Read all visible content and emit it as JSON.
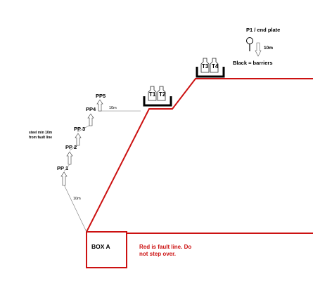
{
  "colors": {
    "fault_line": "#cc1111",
    "barrier": "#000000",
    "guide_line": "#777777"
  },
  "labels": {
    "p1": "P1 / end plate",
    "distance_10m_top": "10m",
    "barriers_legend": "Black = barriers",
    "t1": "T1",
    "t2": "T2",
    "t3": "T3",
    "t4": "T4",
    "pp5": "PP5",
    "pp4": "PP4",
    "pp3": "PP 3",
    "pp2": "PP 2",
    "pp1": "PP 1",
    "distance_10m_pp4": "10m",
    "distance_10m_box": "10m",
    "steel_note_line1": "steel min 10m",
    "steel_note_line2": "from fault line",
    "box_a": "BOX A",
    "fault_note_line1": "Red is fault line. Do",
    "fault_note_line2": "not step over."
  },
  "icons": {
    "target": "target-silhouette-icon",
    "arrow": "arrow-up-icon",
    "plate": "steel-plate-icon",
    "down_arrow": "arrow-down-icon"
  }
}
